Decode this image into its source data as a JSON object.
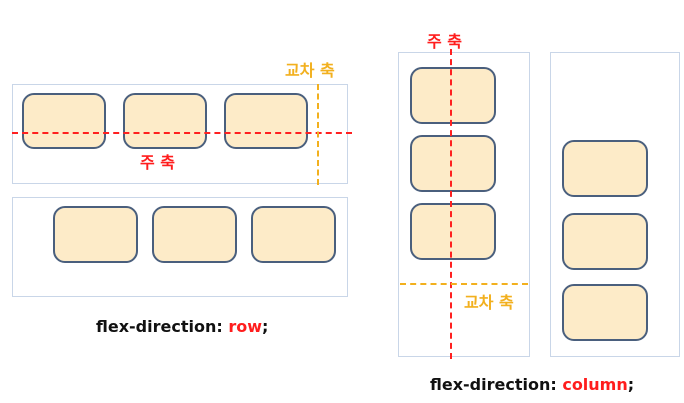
{
  "row_example": {
    "main_axis_label": "주 축",
    "cross_axis_label": "교차 축",
    "caption_prefix": "flex-direction: ",
    "caption_value": "row",
    "caption_suffix": ";"
  },
  "column_example": {
    "main_axis_label": "주 축",
    "cross_axis_label": "교차 축",
    "caption_prefix": "flex-direction: ",
    "caption_value": "column",
    "caption_suffix": ";"
  },
  "colors": {
    "main_axis": "#ff1d1d",
    "cross_axis": "#f2b01e",
    "item_fill": "#fdebc8",
    "item_border": "#4a5f7d",
    "container_border": "#c9d6e8"
  }
}
